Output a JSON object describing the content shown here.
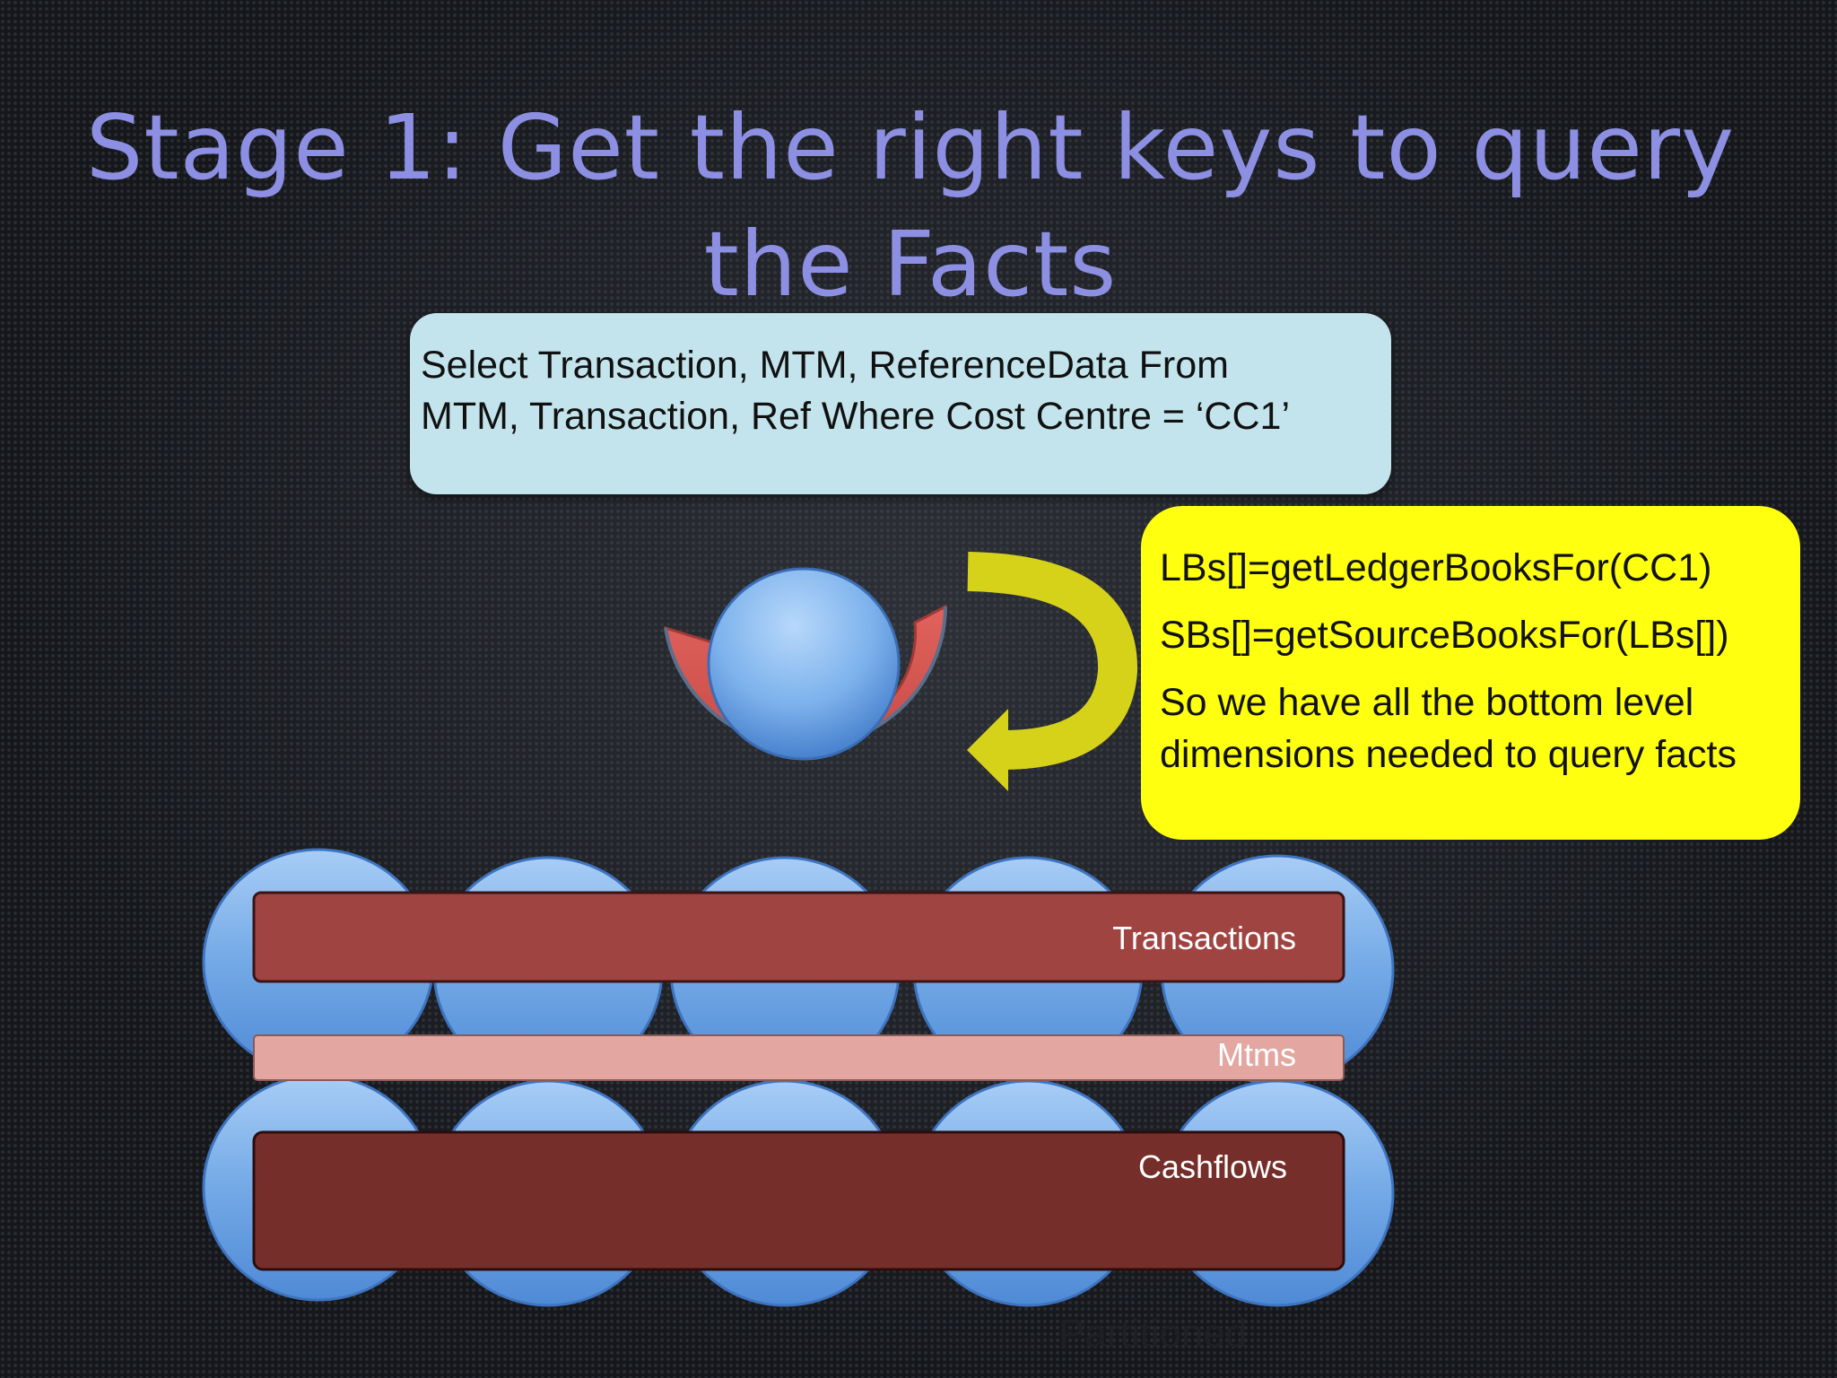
{
  "slide": {
    "title": "Stage 1: Get the right keys to query the Facts"
  },
  "query_box": {
    "lines": [
      "Select Transaction, MTM, ReferenceData From",
      "MTM, Transaction, Ref Where Cost Centre = ‘CC1’"
    ]
  },
  "note_box": {
    "line1": "LBs[]=getLedgerBooksFor(CC1)",
    "line2": "SBs[]=getSourceBooksFor(LBs[])",
    "line3": "So we have all the bottom level",
    "line4": "dimensions needed to query facts"
  },
  "fact_bands": {
    "transactions": "Transactions",
    "mtms": "Mtms",
    "cashflows": "Cashflows"
  },
  "footer": {
    "text": "Partitioned"
  },
  "colors": {
    "title": "#8c8fe2",
    "query_box": "#c3e4ec",
    "note_box": "#ffff10",
    "arrow": "#d6d21a",
    "cup": "#d95b55",
    "node_blue": "#6ea6e8",
    "transactions_band": "#a04442",
    "mtms_band": "#e3a6a0",
    "cashflows_band": "#762e2b"
  }
}
